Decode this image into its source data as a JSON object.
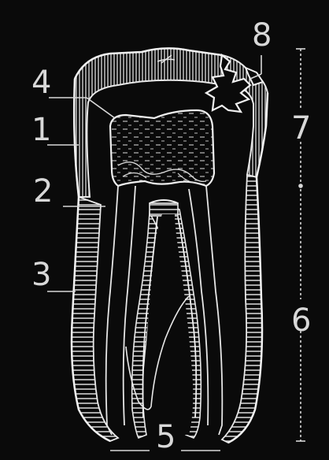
{
  "labels": {
    "l1": "1",
    "l2": "2",
    "l3": "3",
    "l4": "4",
    "l5": "5",
    "l6": "6",
    "l7": "7",
    "l8": "8"
  },
  "colors": {
    "background": "#0a0a0a",
    "line": "#e8e8e8",
    "label": "#d8d8d8"
  }
}
